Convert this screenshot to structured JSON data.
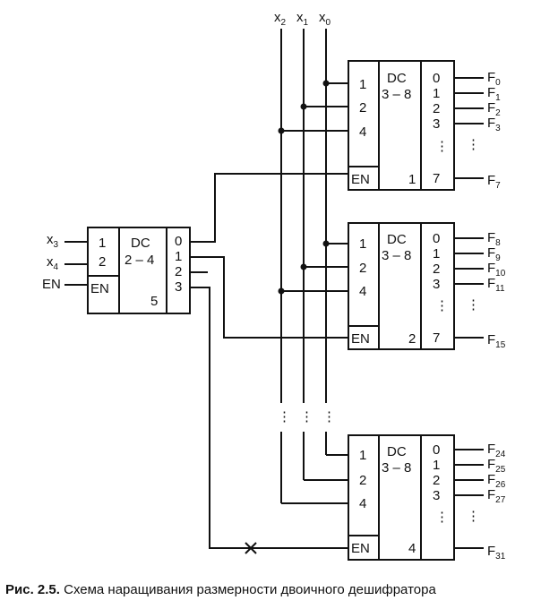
{
  "inputs": {
    "x2": {
      "main": "x",
      "sub": "2"
    },
    "x1": {
      "main": "x",
      "sub": "1"
    },
    "x0": {
      "main": "x",
      "sub": "0"
    },
    "x3": {
      "main": "x",
      "sub": "3"
    },
    "x4": {
      "main": "x",
      "sub": "4"
    },
    "en": "EN"
  },
  "small_decoder": {
    "title": "DC",
    "type": "2 – 4",
    "inputs": [
      "1",
      "2"
    ],
    "enable": "EN",
    "outputs": [
      "0",
      "1",
      "2",
      "3"
    ],
    "number": "5"
  },
  "decoders": [
    {
      "title": "DC",
      "type": "3 – 8",
      "inputs": [
        "1",
        "2",
        "4"
      ],
      "enable": "EN",
      "number": "1",
      "outputs": [
        "0",
        "1",
        "2",
        "3",
        "⋮",
        "7"
      ],
      "functions": [
        {
          "main": "F",
          "sub": "0"
        },
        {
          "main": "F",
          "sub": "1"
        },
        {
          "main": "F",
          "sub": "2"
        },
        {
          "main": "F",
          "sub": "3"
        },
        {
          "main": "F",
          "sub": "7"
        }
      ]
    },
    {
      "title": "DC",
      "type": "3 – 8",
      "inputs": [
        "1",
        "2",
        "4"
      ],
      "enable": "EN",
      "number": "2",
      "outputs": [
        "0",
        "1",
        "2",
        "3",
        "⋮",
        "7"
      ],
      "functions": [
        {
          "main": "F",
          "sub": "8"
        },
        {
          "main": "F",
          "sub": "9"
        },
        {
          "main": "F",
          "sub": "10"
        },
        {
          "main": "F",
          "sub": "11"
        },
        {
          "main": "F",
          "sub": "15"
        }
      ]
    },
    {
      "title": "DC",
      "type": "3 – 8",
      "inputs": [
        "1",
        "2",
        "4"
      ],
      "enable": "EN",
      "number": "4",
      "outputs": [
        "0",
        "1",
        "2",
        "3",
        "⋮",
        ""
      ],
      "functions": [
        {
          "main": "F",
          "sub": "24"
        },
        {
          "main": "F",
          "sub": "25"
        },
        {
          "main": "F",
          "sub": "26"
        },
        {
          "main": "F",
          "sub": "27"
        },
        {
          "main": "F",
          "sub": "31"
        }
      ]
    }
  ],
  "vertical_dots": "⋮",
  "caption": {
    "label": "Рис. 2.5.",
    "text": " Схема наращивания размерности двоичного дешифратора"
  }
}
